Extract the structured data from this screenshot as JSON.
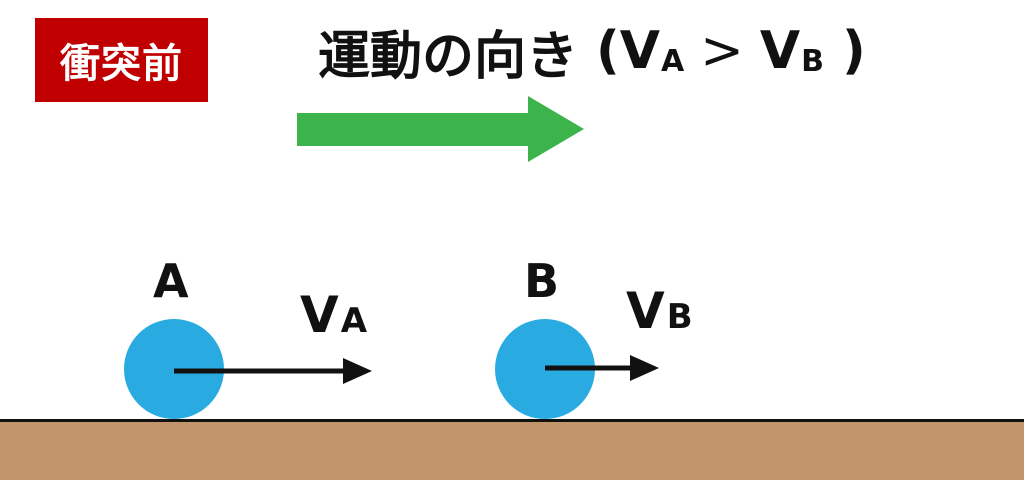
{
  "badge": {
    "text": "衝突前",
    "color": "#c00000"
  },
  "title": {
    "main": "運動の向き",
    "open_paren": "(",
    "v1": "V",
    "sub1": "A",
    "op": ">",
    "v2": "V",
    "sub2": "B",
    "close_paren": ")"
  },
  "direction_arrow": {
    "color": "#3cb44b"
  },
  "balls": [
    {
      "name": "A",
      "velocity_symbol": "V",
      "velocity_sub": "A",
      "color": "#29abe2"
    },
    {
      "name": "B",
      "velocity_symbol": "V",
      "velocity_sub": "B",
      "color": "#29abe2"
    }
  ],
  "ground": {
    "color": "#c2966a"
  }
}
